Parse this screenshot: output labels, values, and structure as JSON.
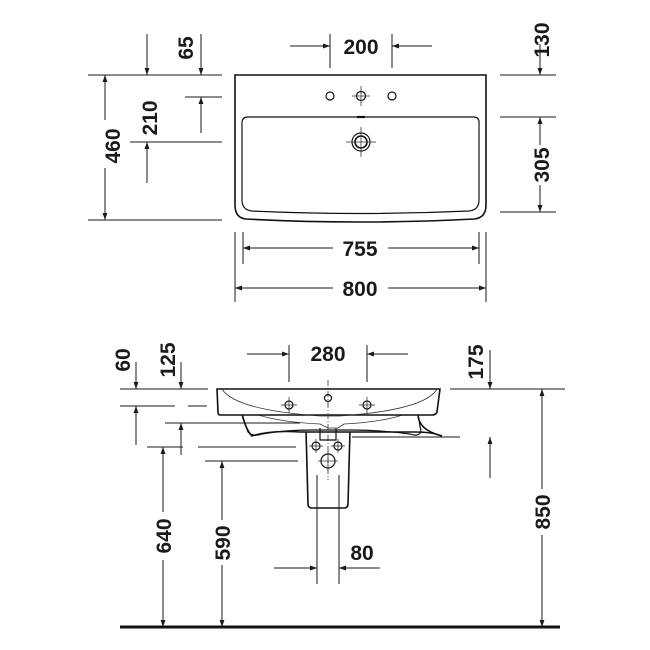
{
  "drawing": {
    "title": "Washbasin technical dimension drawing",
    "units": "mm",
    "top_view": {
      "dimensions": {
        "tap_hole_spacing": "200",
        "rear_to_tap_hole": "65",
        "rear_to_waste_center": "210",
        "total_depth": "460",
        "rear_to_bowl_front_offset": "130",
        "bowl_depth": "305",
        "bowl_inner_width": "755",
        "total_width": "800"
      }
    },
    "front_view": {
      "dimensions": {
        "rim_thickness": "60",
        "rim_to_underside": "125",
        "fixing_hole_spacing": "280",
        "rim_to_pedestal_top": "175",
        "floor_to_rim": "850",
        "floor_to_waste_outlet": "640",
        "floor_to_supply": "590",
        "supply_pipe_spacing": "80"
      }
    }
  }
}
